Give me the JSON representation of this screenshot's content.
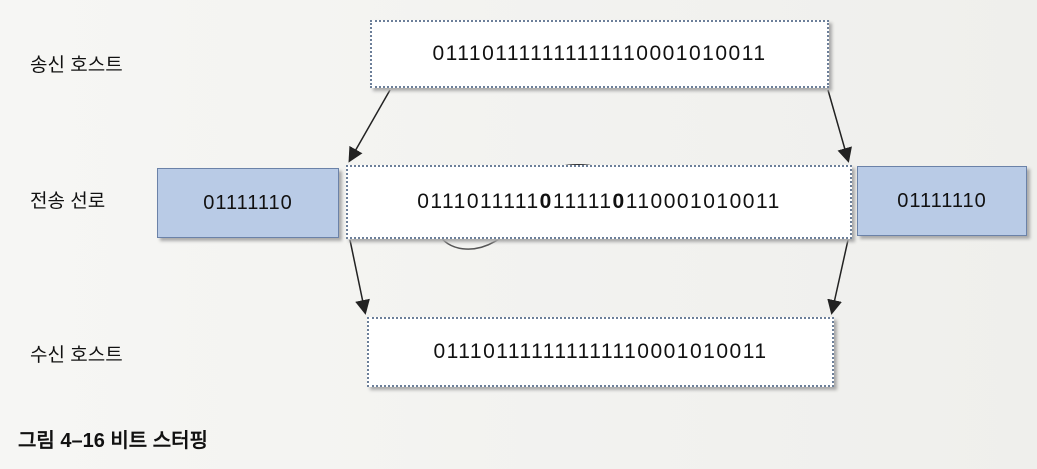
{
  "labels": {
    "sender": "송신 호스트",
    "line": "전송 선로",
    "receiver": "수신 호스트"
  },
  "sender_bits": "011101111111111110001010011",
  "line_bits": {
    "part1": "0111011111",
    "stuffed1": "0",
    "part2": "11111",
    "stuffed2": "0",
    "part3": "110001010011"
  },
  "flag_left": "01111110",
  "flag_right": "01111110",
  "receiver_bits": "011101111111111110001010011",
  "caption": "그림 4–16  비트 스터핑"
}
